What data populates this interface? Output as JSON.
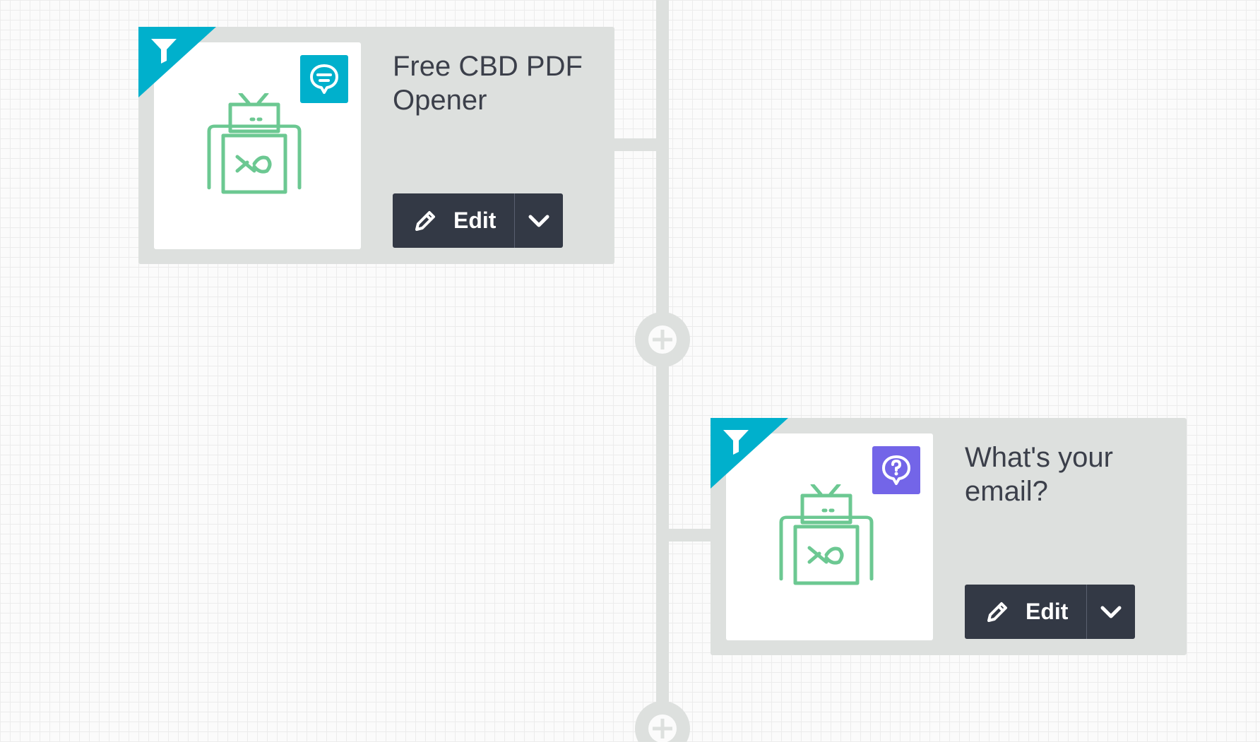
{
  "colors": {
    "canvas": "#fbfbfb",
    "connector": "#dde0de",
    "filter_corner": "#00b0cc",
    "text_message_badge": "#00b0cc",
    "question_badge": "#7365e8",
    "button": "#333945",
    "robot": "#6cc892"
  },
  "cards": [
    {
      "title": "Free CBD PDF Opener",
      "badge_icon": "chat-bubble-icon",
      "edit_label": "Edit"
    },
    {
      "title": "What's your email?",
      "badge_icon": "question-bubble-icon",
      "edit_label": "Edit"
    }
  ],
  "icons": {
    "filter": "funnel-icon",
    "thumbnail": "robot-icon",
    "edit": "pencil-icon",
    "menu": "chevron-down-icon",
    "add": "plus-icon"
  }
}
